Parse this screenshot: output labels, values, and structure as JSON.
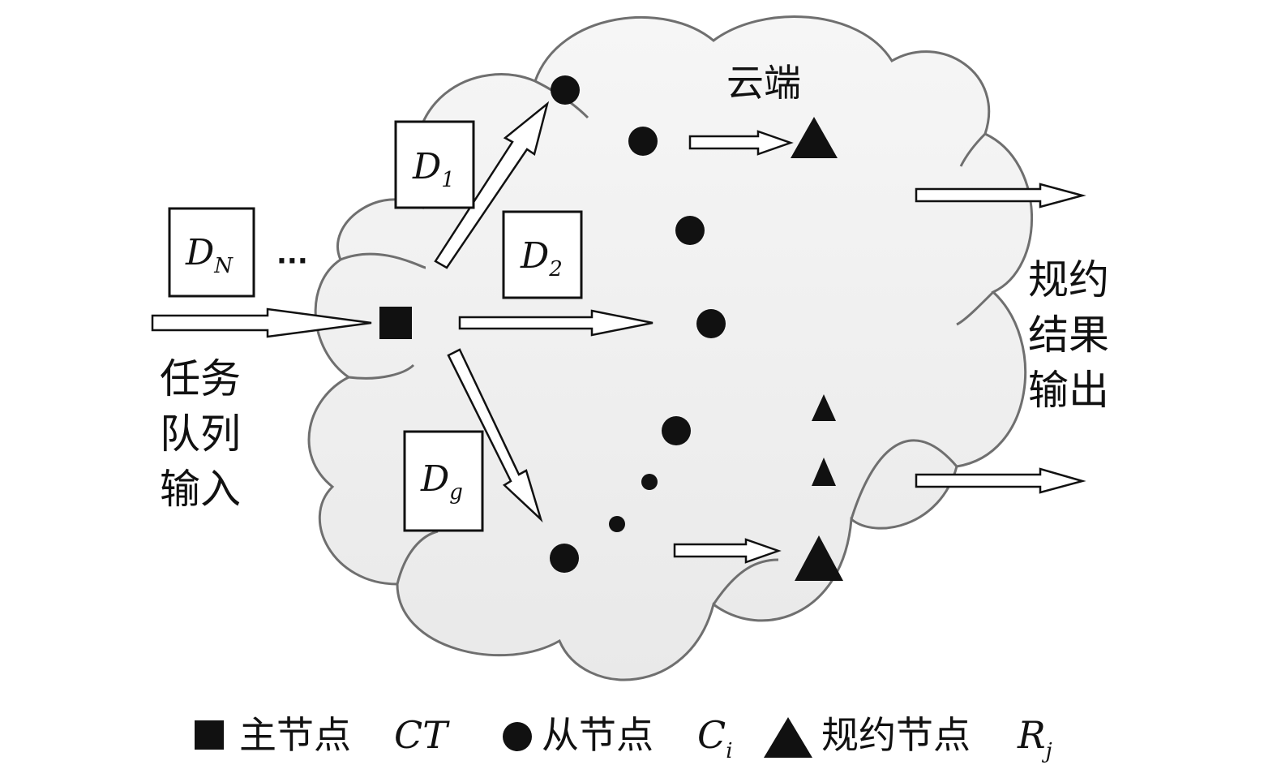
{
  "cloud_label": "云端",
  "input_label": [
    "任务",
    "队列",
    "输入"
  ],
  "output_label": [
    "规约",
    "结果",
    "输出"
  ],
  "ellipsis": "···",
  "data_blocks": [
    {
      "main": "D",
      "sub": "1"
    },
    {
      "main": "D",
      "sub": "2"
    },
    {
      "main": "D",
      "sub": "N"
    },
    {
      "main": "D",
      "sub": "g"
    }
  ],
  "legend": [
    {
      "symbol": "square-icon",
      "text": "主节点",
      "var_main": "CT",
      "var_sub": ""
    },
    {
      "symbol": "circle-icon",
      "text": "从节点",
      "var_main": "C",
      "var_sub": "i"
    },
    {
      "symbol": "triangle-icon",
      "text": "规约节点",
      "var_main": "R",
      "var_sub": "j"
    }
  ],
  "colors": {
    "cloud_fill": "#f0f0f0",
    "cloud_stroke": "#6f6f6f",
    "ink": "#111111"
  }
}
